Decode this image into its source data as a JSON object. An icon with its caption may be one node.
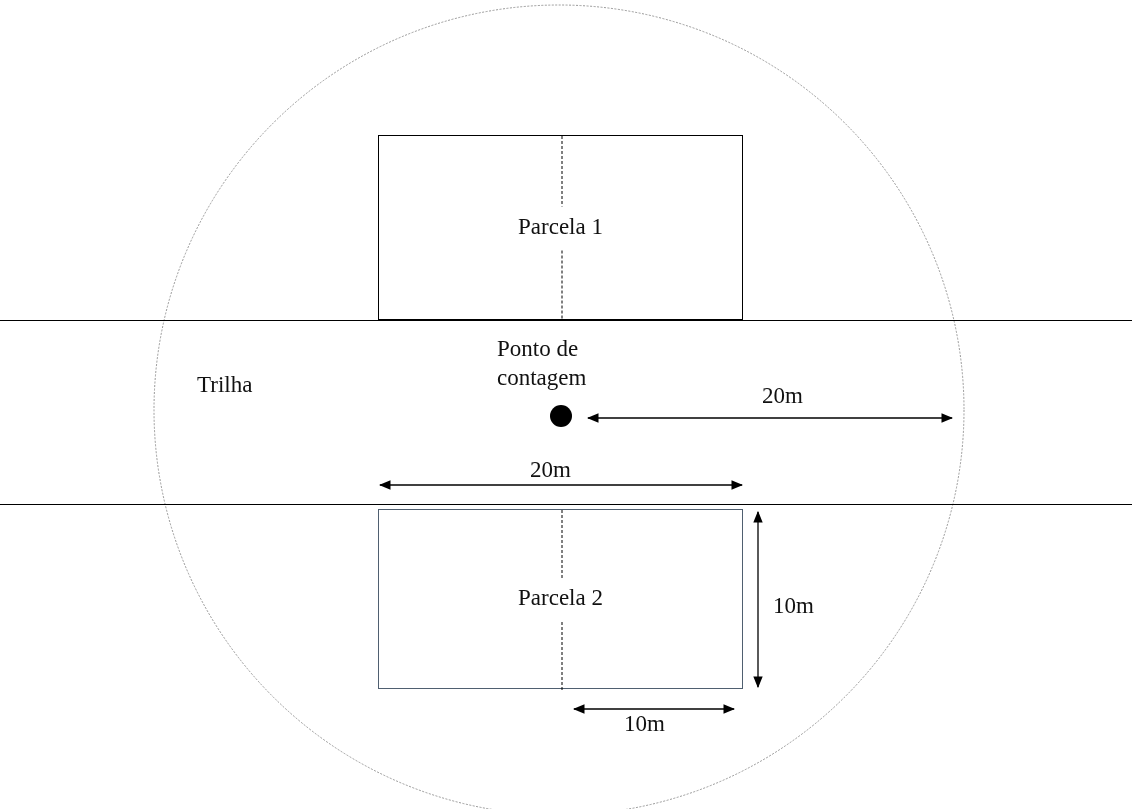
{
  "diagram": {
    "nodes": [
      {
        "text": [
          "Parcela 1"
        ]
      },
      {
        "text": [
          "Trilha"
        ]
      },
      {
        "text": [],
        "shape": "circle",
        "beside": [
          "Ponto de contagem"
        ],
        "in": 1
      },
      {
        "text": [
          "Parcela 2"
        ]
      }
    ],
    "edges": [],
    "labels": [
      "20m",
      "20m",
      "10m",
      "10m"
    ]
  }
}
